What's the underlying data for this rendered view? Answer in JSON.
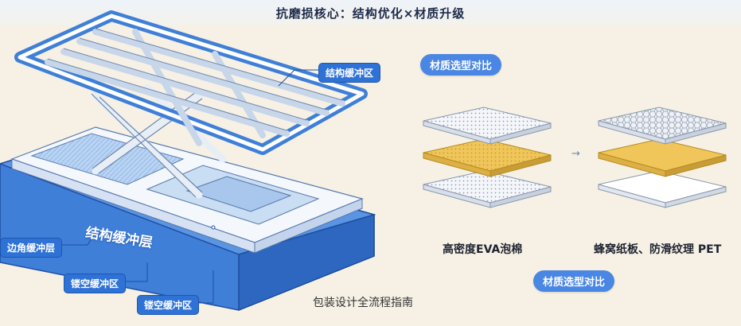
{
  "header": {
    "title": "抗磨损核心：结构优化×材质升级"
  },
  "labels": {
    "structure_buffer_zone": "结构缓冲区",
    "structure_buffer_layer": "结构缓冲层",
    "corner_buffer_layer": "边角缓冲层",
    "hollow_buffer_zone_1": "镂空缓冲区",
    "hollow_buffer_zone_2": "镂空缓冲区"
  },
  "materials": {
    "heading_top": "材质选型对比",
    "heading_bottom": "材质选型对比",
    "left_caption": "高密度EVA泡棉",
    "right_caption": "蜂窝纸板、防滑纹理 PET",
    "arrow": "→"
  },
  "footer": {
    "note": "包装设计全流程指南"
  },
  "colors": {
    "accent_blue": "#2f72d6",
    "tray_blue": "#3f7fd8",
    "foam_yellow": "#f0c65a",
    "background": "#f6f1e4"
  }
}
